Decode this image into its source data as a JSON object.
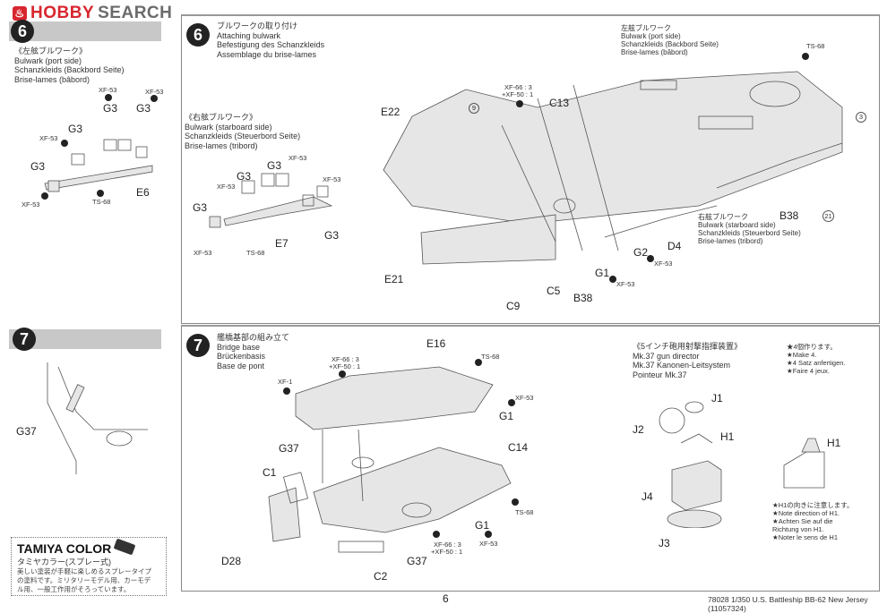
{
  "header": {
    "logo_text_1": "HOBBY",
    "logo_text_2": "SEARCH",
    "logo_icon": "flame-icon"
  },
  "left_step6": {
    "number": "6",
    "title_jp": "《左舷ブルワーク》",
    "title_en": "Bulwark (port side)",
    "title_de": "Schanzkleids (Backbord Seite)",
    "title_fr": "Brise-lames (bâbord)",
    "labels": [
      "G3",
      "G3",
      "G3",
      "G3",
      "E6"
    ],
    "paints": [
      "XF-53",
      "XF-53",
      "XF-53",
      "XF-53",
      "TS-68"
    ]
  },
  "step6": {
    "number": "6",
    "title_jp": "ブルワークの取り付け",
    "title_en": "Attaching bulwark",
    "title_de": "Befestigung des Schanzkleids",
    "title_fr": "Assemblage du brise-lames",
    "starboard_sub": {
      "jp": "《右舷ブルワーク》",
      "en": "Bulwark (starboard side)",
      "de": "Schanzkleids (Steuerbord Seite)",
      "fr": "Brise-lames (tribord)",
      "labels": [
        "G3",
        "G3",
        "G3",
        "G3",
        "E7"
      ],
      "paints": [
        "XF-53",
        "XF-53",
        "XF-53",
        "XF-53",
        "TS-68"
      ]
    },
    "port_note": {
      "jp": "左舷ブルワーク",
      "en": "Bulwark (port side)",
      "de": "Schanzkleids (Backbord Seite)",
      "fr": "Brise-lames (bâbord)"
    },
    "starboard_note": {
      "jp": "右舷ブルワーク",
      "en": "Bulwark (starboard side)",
      "de": "Schanzkleids (Steuerbord Seite)",
      "fr": "Brise-lames (tribord)"
    },
    "parts": {
      "e22": "E22",
      "e21": "E21",
      "c13": "C13",
      "c9": "C9",
      "c5": "C5",
      "b38a": "B38",
      "b38b": "B38",
      "g1": "G1",
      "g2": "G2",
      "d4": "D4"
    },
    "paint_mix_1": "XF-66 : 3",
    "paint_mix_2": "+XF-50 : 1",
    "paint_ts68": "TS-68",
    "paint_g1": "XF-53",
    "paint_g2": "XF-53",
    "ref_9": "9",
    "ref_3": "3",
    "ref_21": "21"
  },
  "left_step7": {
    "number": "7",
    "label": "G37"
  },
  "step7": {
    "number": "7",
    "title_jp": "艦橋基部の組み立て",
    "title_en": "Bridge base",
    "title_de": "Brückenbasis",
    "title_fr": "Base de pont",
    "parts": {
      "e16": "E16",
      "g1a": "G1",
      "g1b": "G1",
      "c14": "C14",
      "g37a": "G37",
      "g37b": "G37",
      "c1": "C1",
      "d28": "D28",
      "c2": "C2"
    },
    "paint_xf1": "XF-1",
    "paint_mix_1": "XF-66 : 3",
    "paint_mix_2": "+XF-50 : 1",
    "paint_ts68a": "TS-68",
    "paint_ts68b": "TS-68",
    "paint_xf53a": "XF-53",
    "paint_xf53b": "XF-53",
    "paint_mix_b1": "XF-66 : 3",
    "paint_mix_b2": "+XF-50 : 1",
    "gun_director": {
      "jp": "《5インチ砲用射撃指揮装置》",
      "en": "Mk.37 gun director",
      "de": "Mk.37 Kanonen-Leitsystem",
      "fr": "Pointeur Mk.37",
      "parts": [
        "J1",
        "J2",
        "H1",
        "J4",
        "J3"
      ]
    },
    "make4": {
      "jp": "★4個作ります。",
      "en": "★Make 4.",
      "de": "★4 Satz anfertigen.",
      "fr": "★Faire 4 jeux."
    },
    "h1_note": {
      "label": "H1",
      "jp": "★H1の向きに注意します。",
      "en": "★Note direction of H1.",
      "de1": "★Achten Sie auf die",
      "de2": "Richtung von H1.",
      "fr": "★Noter le sens de H1"
    }
  },
  "tamiya_color": {
    "brand": "TAMIYA COLOR",
    "jp": "タミヤカラー(スプレー式)",
    "desc_1": "美しい塗装が手軽に楽しめるスプレータイプ",
    "desc_2": "の塗料です。ミリタリーモデル用、カーモデ",
    "desc_3": "ル用、一般工作用がそろっています。"
  },
  "footer": {
    "page": "6",
    "product": "78028  1/350 U.S. Battleship BB-62 New Jersey (11057324)"
  }
}
